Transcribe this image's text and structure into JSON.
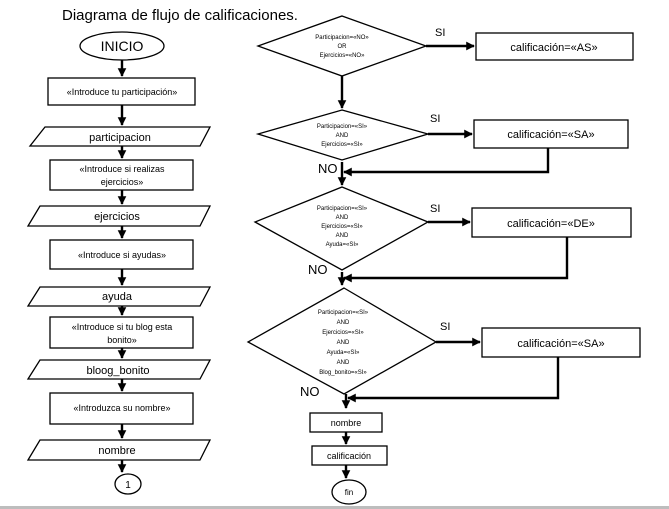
{
  "title": "Diagrama de flujo de calificaciones.",
  "left_column": {
    "start": "INICIO",
    "prompt_participacion": "«Introduce tu participación»",
    "input_participacion": "participacion",
    "prompt_ejercicios": [
      "«Introduce si realizas",
      "ejercicios»"
    ],
    "input_ejercicios": "ejercicios",
    "prompt_ayudas": "«Introduce si ayudas»",
    "input_ayuda": "ayuda",
    "prompt_blog": [
      "«Introduce si tu blog esta",
      "bonito»"
    ],
    "input_blog": "bloog_bonito",
    "prompt_nombre": "«Introduzca su nombre»",
    "input_nombre": "nombre",
    "connector": "1"
  },
  "decisions": [
    {
      "condition_lines": [
        "Participacion=«NO»",
        "OR",
        "Ejercicios=«NO»"
      ],
      "yes_label": "SI",
      "no_label": "",
      "result": "calificación=«AS»"
    },
    {
      "condition_lines": [
        "Participacion=«SI»",
        "AND",
        "Ejercicios=«SI»"
      ],
      "yes_label": "SI",
      "no_label": "NO",
      "result": "calificación=«SA»"
    },
    {
      "condition_lines": [
        "Participacion=«SI»",
        "AND",
        "Ejercicios=«SI»",
        "AND",
        "Ayuda=«SI»"
      ],
      "yes_label": "SI",
      "no_label": "NO",
      "result": "calificación=«DE»"
    },
    {
      "condition_lines": [
        "Participacion=«SI»",
        "AND",
        "Ejercicios=«SI»",
        "AND",
        "Ayuda=«SI»",
        "AND",
        "Blog_bonito=«SI»"
      ],
      "yes_label": "SI",
      "no_label": "NO",
      "result": "calificación=«SA»"
    }
  ],
  "right_tail": {
    "output_nombre": "nombre",
    "output_calificacion": "calificación",
    "end": "fin"
  }
}
